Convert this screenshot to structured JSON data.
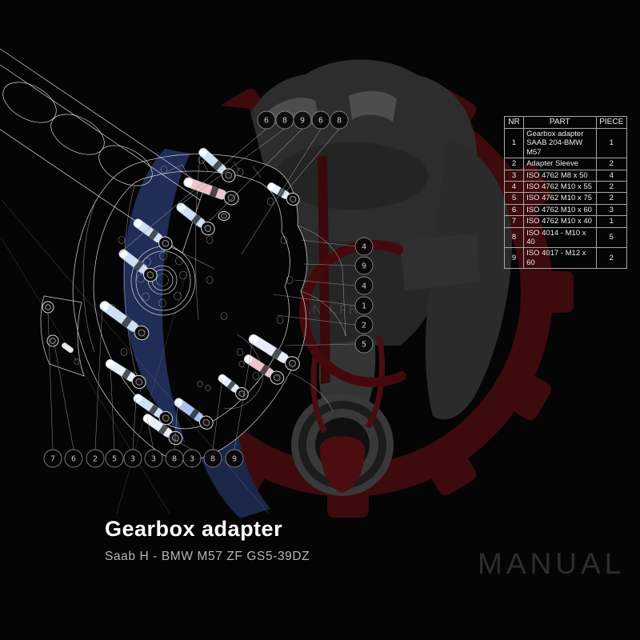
{
  "parts_table": {
    "headers": {
      "nr": "NR",
      "part": "PART",
      "piece": "PIECE"
    },
    "rows": [
      {
        "nr": "1",
        "part": "Gearbox adapter SAAB 204-BMW M57",
        "piece": "1"
      },
      {
        "nr": "2",
        "part": "Adapter Sleeve",
        "piece": "2"
      },
      {
        "nr": "3",
        "part": "ISO 4762 M8 x 50",
        "piece": "4"
      },
      {
        "nr": "4",
        "part": "ISO 4762 M10 x 55",
        "piece": "2"
      },
      {
        "nr": "5",
        "part": "ISO 4762 M10 x 75",
        "piece": "2"
      },
      {
        "nr": "6",
        "part": "ISO 4762 M10 x 60",
        "piece": "3"
      },
      {
        "nr": "7",
        "part": "ISO 4762 M10 x 40",
        "piece": "1"
      },
      {
        "nr": "8",
        "part": "ISO 4014 - M10 x 40",
        "piece": "5"
      },
      {
        "nr": "9",
        "part": "ISO 4017 - M12 x 60",
        "piece": "2"
      }
    ]
  },
  "callouts": {
    "top": [
      "6",
      "8",
      "9",
      "6",
      "8"
    ],
    "bottom": [
      "7",
      "6",
      "2",
      "5",
      "3",
      "3",
      "8",
      "3",
      "8",
      "9"
    ],
    "right": [
      "4",
      "9",
      "4",
      "1",
      "2",
      "5"
    ]
  },
  "watermark": {
    "brand_text": "SWAPLAND.FR"
  },
  "footer": {
    "title": "Gearbox adapter",
    "subtitle": "Saab H - BMW M57 ZF GS5-39DZ",
    "manual_label": "MANUAL"
  },
  "colors": {
    "background": "#050505",
    "adapter_plate_blue": "#22315e",
    "watermark_red": "#3d0a0e",
    "watermark_blue": "#1a2749",
    "bolt_blue": "#cfe0f5",
    "bolt_pink": "#f0c4cc",
    "wireframe": "#d6d6d6",
    "manual_text": "#2d2d2d"
  }
}
